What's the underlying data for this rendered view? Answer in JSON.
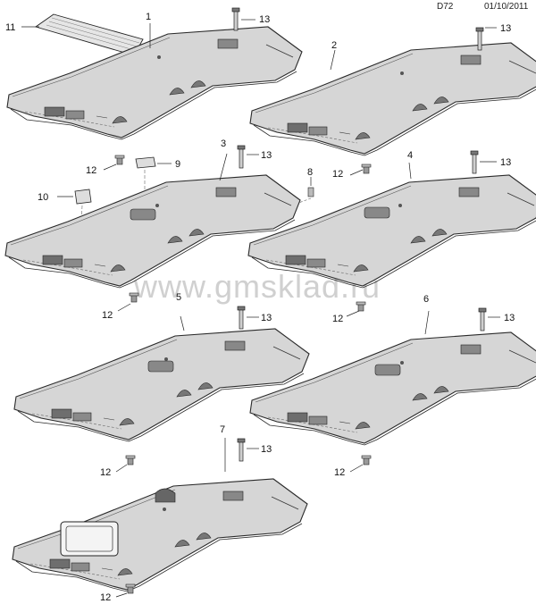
{
  "header": {
    "code": "D72",
    "date": "01/10/2011"
  },
  "watermark": "www.gmsklad.ru",
  "callouts": {
    "c1": "1",
    "c2": "2",
    "c3": "3",
    "c4": "4",
    "c5": "5",
    "c6": "6",
    "c7": "7",
    "c8": "8",
    "c9": "9",
    "c10": "10",
    "c11": "11",
    "c12a": "12",
    "c12b": "12",
    "c12c": "12",
    "c12d": "12",
    "c12e": "12",
    "c12f": "12",
    "c12g": "12",
    "c13a": "13",
    "c13b": "13",
    "c13c": "13",
    "c13d": "13",
    "c13e": "13",
    "c13f": "13",
    "c13g": "13"
  },
  "colors": {
    "line": "#2a2a2a",
    "fill": "#d9d9d9",
    "dark": "#6e6e6e"
  }
}
